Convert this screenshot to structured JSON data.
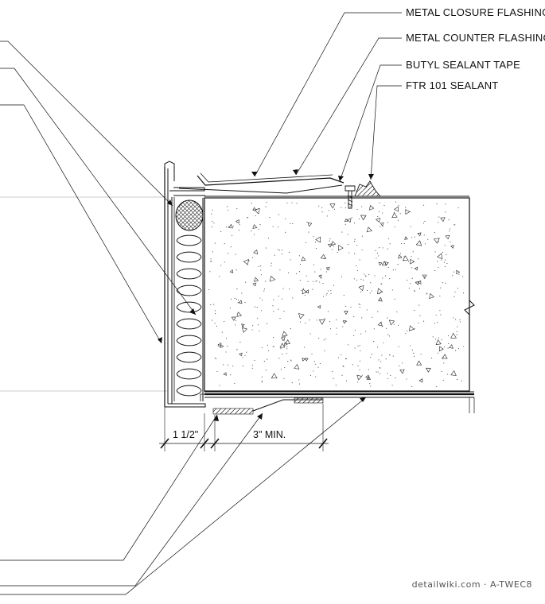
{
  "callouts": [
    {
      "text": "METAL CLOSURE FLASHING"
    },
    {
      "text": "METAL COUNTER FLASHING"
    },
    {
      "text": "BUTYL SEALANT TAPE"
    },
    {
      "text": "FTR 101 SEALANT"
    }
  ],
  "dimensions": {
    "left": "1 1/2\"",
    "right": "3\" MIN."
  },
  "watermark": "detailwiki.com · A-TWEC8",
  "colors": {
    "line": "#111111",
    "dim_line": "#555555",
    "background": "#ffffff"
  }
}
